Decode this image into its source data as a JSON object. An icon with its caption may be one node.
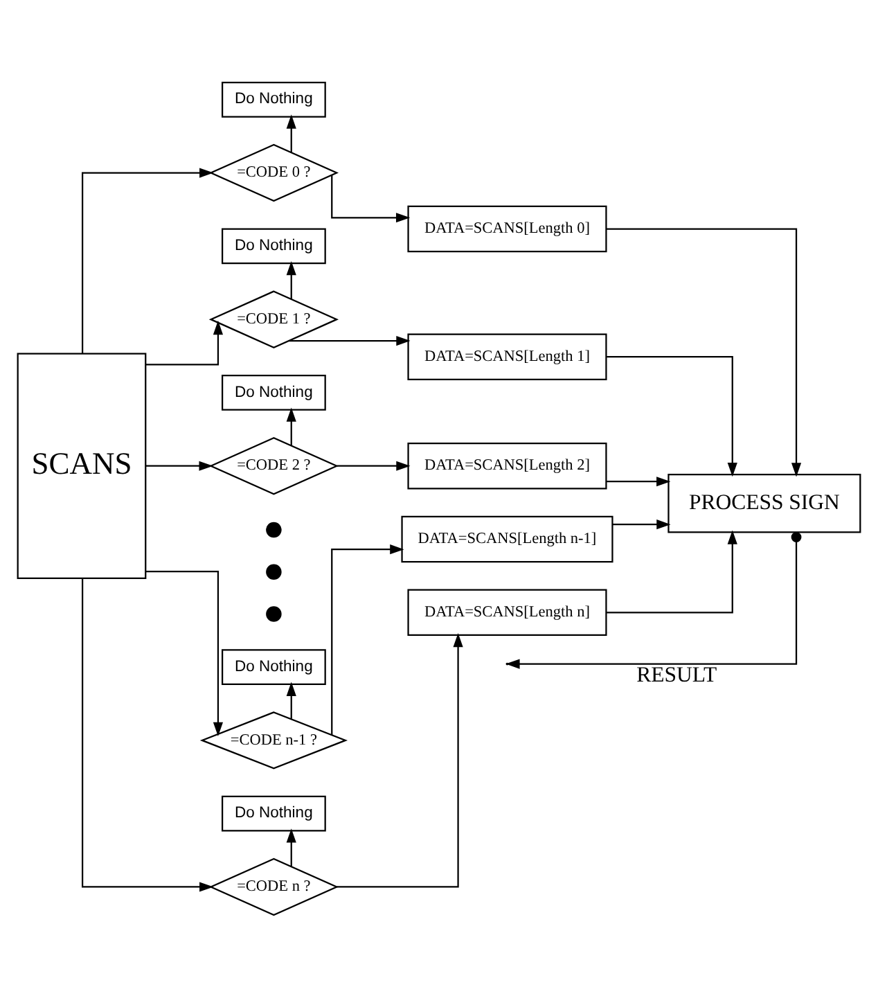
{
  "diagram": {
    "nodes": [
      {
        "text": [
          "SCANS"
        ]
      },
      {
        "text": [
          "Do Nothing"
        ]
      },
      {
        "text": [
          "=CODE 0 ?"
        ]
      },
      {
        "text": [
          "DATA=SCANS[Length 0]"
        ]
      },
      {
        "text": [
          "Do Nothing"
        ]
      },
      {
        "text": [
          "=CODE 1 ?"
        ]
      },
      {
        "text": [
          "DATA=SCANS[Length 1]"
        ]
      },
      {
        "text": [
          "Do Nothing"
        ]
      },
      {
        "text": [
          "=CODE 2 ?"
        ]
      },
      {
        "text": [
          "DATA=SCANS[Length 2]"
        ]
      },
      {
        "text": [],
        "shape": "circle"
      },
      {
        "text": [],
        "shape": "circle"
      },
      {
        "text": [],
        "shape": "circle"
      },
      {
        "text": [
          "Do Nothing"
        ]
      },
      {
        "text": [
          "=CODE n-1 ?"
        ]
      },
      {
        "text": [
          "DATA=SCANS[Length n-1]"
        ]
      },
      {
        "text": [
          "Do Nothing"
        ]
      },
      {
        "text": [
          "=CODE n ?"
        ]
      },
      {
        "text": [
          "DATA=SCANS[Length n]"
        ]
      },
      {
        "text": [
          "PROCESS SIGN"
        ]
      }
    ],
    "edges": [
      {
        "from": 0,
        "to": 2,
        "arrow": "to"
      },
      {
        "from": 2,
        "to": 1,
        "arrow": "to"
      },
      {
        "from": 2,
        "to": 3,
        "arrow": "to"
      },
      {
        "from": 3,
        "to": 19,
        "arrow": "to"
      },
      {
        "from": 0,
        "to": 5,
        "arrow": "to"
      },
      {
        "from": 5,
        "to": 4,
        "arrow": "to"
      },
      {
        "from": 5,
        "to": 6,
        "arrow": "to"
      },
      {
        "from": 6,
        "to": 19,
        "arrow": "to"
      },
      {
        "from": 0,
        "to": 8,
        "arrow": "to"
      },
      {
        "from": 8,
        "to": 7,
        "arrow": "to"
      },
      {
        "from": 8,
        "to": 9,
        "arrow": "to"
      },
      {
        "from": 9,
        "to": 19,
        "arrow": "to"
      },
      {
        "from": 0,
        "to": 14,
        "arrow": "to"
      },
      {
        "from": 14,
        "to": 13,
        "arrow": "to"
      },
      {
        "from": 14,
        "to": 15,
        "arrow": "to"
      },
      {
        "from": 15,
        "to": 19,
        "arrow": "to"
      },
      {
        "from": 0,
        "to": 17,
        "arrow": "to"
      },
      {
        "from": 17,
        "to": 16,
        "arrow": "to"
      },
      {
        "from": 17,
        "to": 18,
        "arrow": "to"
      },
      {
        "from": 18,
        "to": 19,
        "arrow": "to"
      },
      {
        "from": 19,
        "to": null,
        "arrow": "to",
        "label": "RESULT"
      }
    ]
  }
}
